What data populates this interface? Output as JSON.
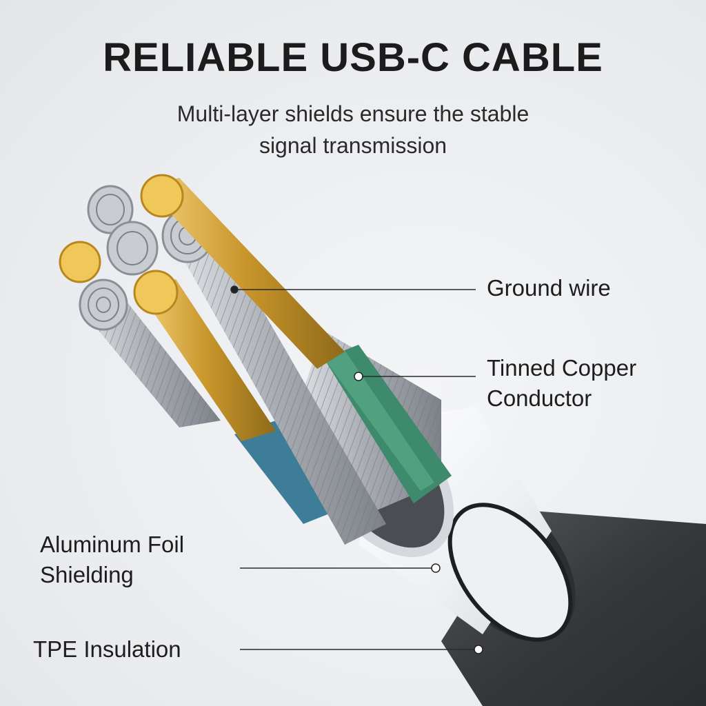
{
  "header": {
    "title": "RELIABLE USB-C CABLE",
    "subtitle_line1": "Multi-layer shields ensure the stable",
    "subtitle_line2": "signal transmission"
  },
  "callouts": {
    "ground_wire": "Ground wire",
    "tinned_copper_line1": "Tinned Copper",
    "tinned_copper_line2": "Conductor",
    "aluminum_foil_line1": "Aluminum Foil",
    "aluminum_foil_line2": "Shielding",
    "tpe_insulation": "TPE Insulation"
  },
  "colors": {
    "background": "#eceef1",
    "outer_jacket": "#3a3c3f",
    "foil_shield": "#f3f4f6",
    "gold_conductor": "#d9a93a",
    "blue_insulation": "#3d7d97",
    "green_insulation": "#3e8a6c",
    "silver_strands": "#b8bcc2"
  }
}
